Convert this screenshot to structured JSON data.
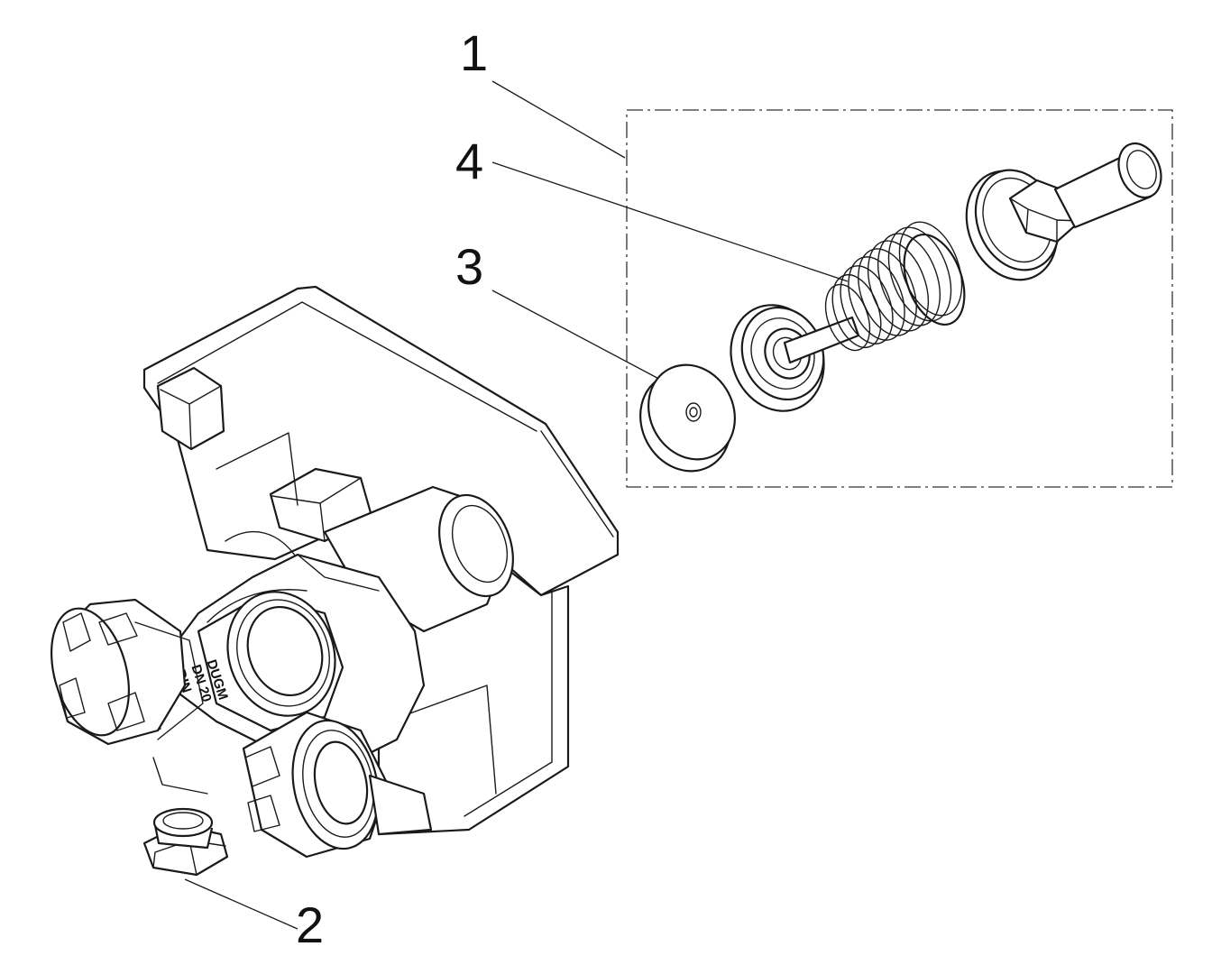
{
  "callouts": {
    "c1": "1",
    "c2": "2",
    "c3": "3",
    "c4": "4"
  },
  "body_markings": {
    "line1": "DUGM",
    "line2": "DN 20",
    "line3": "DIN"
  }
}
